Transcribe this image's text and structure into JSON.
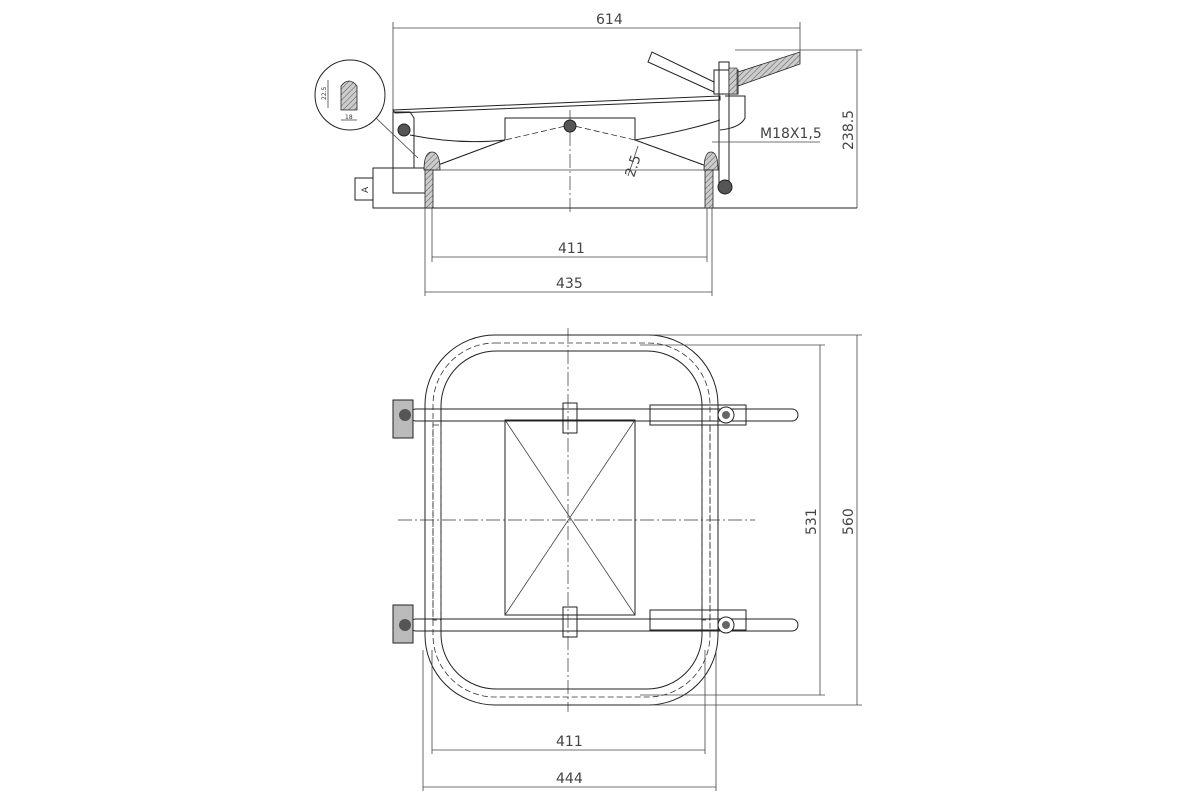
{
  "title": "Rectangular manway drawing",
  "side_view": {
    "dim_overall_width": "614",
    "dim_height": "238.5",
    "dim_thread": "M18X1,5",
    "dim_thickness": "2.5",
    "dim_inner": "411",
    "dim_outer": "435",
    "section_label": "A",
    "detail_height": "22.5",
    "detail_width": "18"
  },
  "top_view": {
    "dim_inner_width": "411",
    "dim_outer_width": "444",
    "dim_inner_length": "531",
    "dim_outer_length": "560"
  }
}
